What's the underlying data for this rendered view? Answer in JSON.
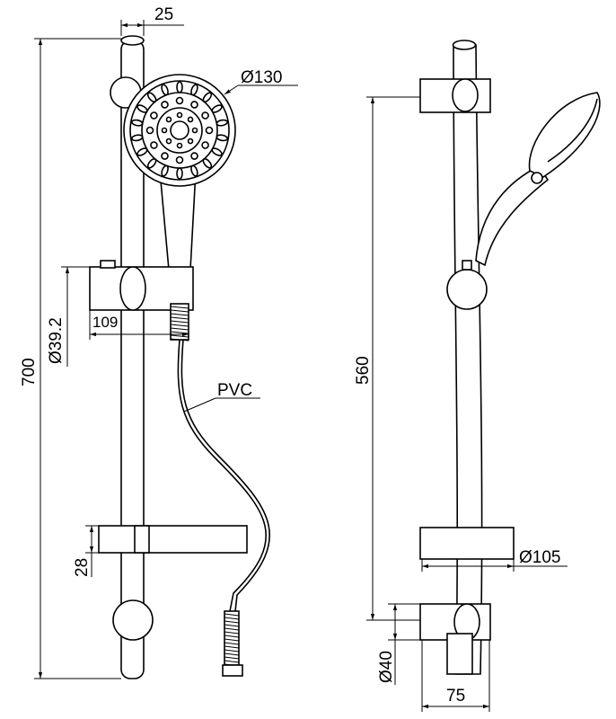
{
  "title": "Shower rail set dimension drawing",
  "front_view": {
    "rail_offset": "25",
    "head_diameter": "Ø130",
    "total_height": "700",
    "holder_diameter": "Ø39.2",
    "holder_depth": "109",
    "hose_material": "PVC",
    "soap_dish_height": "28"
  },
  "side_view": {
    "holder_spacing": "560",
    "soap_dish_width": "Ø105",
    "bracket_diameter": "Ø40",
    "bracket_depth": "75"
  }
}
